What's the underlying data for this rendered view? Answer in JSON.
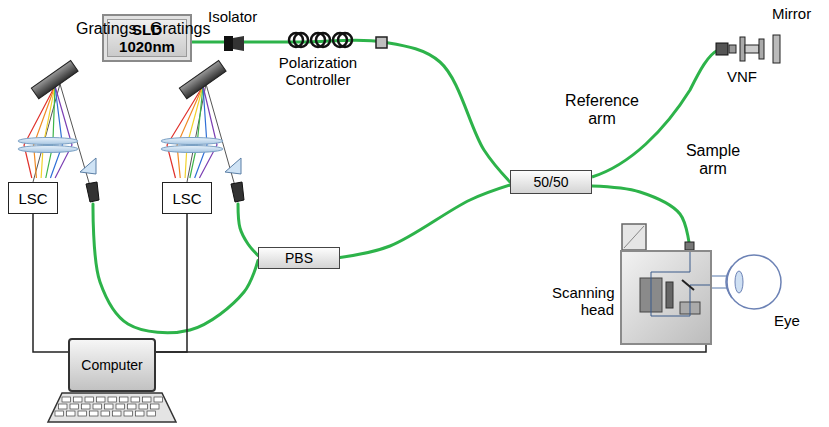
{
  "diagram": {
    "nodes": [
      {
        "text": [
          "SLD 1020nm"
        ]
      },
      {
        "text": [
          "LSC"
        ]
      },
      {
        "text": [
          "LSC"
        ]
      },
      {
        "text": [
          "PBS"
        ]
      },
      {
        "text": [
          "50/50"
        ]
      },
      {
        "text": [
          "Scanning head"
        ]
      },
      {
        "text": [
          "Computer"
        ]
      }
    ],
    "edges": [
      {
        "from": 0,
        "to": 4,
        "arrow": "none"
      },
      {
        "from": 4,
        "to": 3,
        "arrow": "none"
      },
      {
        "from": 4,
        "to": 5,
        "arrow": "none"
      },
      {
        "from": 3,
        "to": 1,
        "arrow": "none"
      },
      {
        "from": 3,
        "to": 2,
        "arrow": "none"
      },
      {
        "from": 1,
        "to": 6,
        "arrow": "none"
      },
      {
        "from": 2,
        "to": 6,
        "arrow": "none"
      },
      {
        "from": 5,
        "to": 6,
        "arrow": "none"
      }
    ],
    "labels": [
      "Isolator",
      "Polarization Controller",
      "Gratings",
      "Gratings",
      "Reference arm",
      "VNF",
      "Mirror",
      "Sample arm",
      "Eye"
    ]
  }
}
